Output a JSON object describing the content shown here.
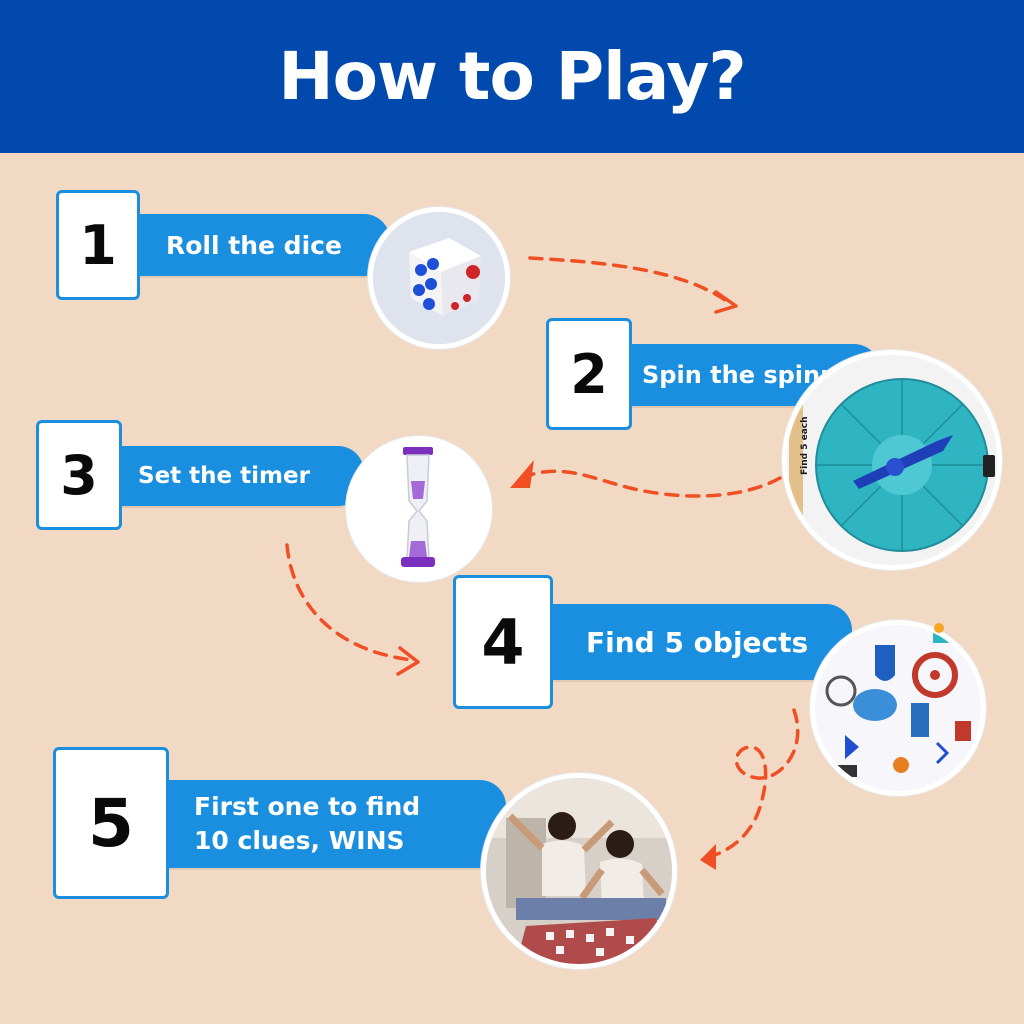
{
  "header": {
    "title": "How to Play?"
  },
  "steps": [
    {
      "number": "1",
      "label": "Roll the dice"
    },
    {
      "number": "2",
      "label": "Spin the spinner"
    },
    {
      "number": "3",
      "label": "Set the timer"
    },
    {
      "number": "4",
      "label": "Find 5 objects"
    },
    {
      "number": "5",
      "label_line1": "First one to find",
      "label_line2": "10 clues, WINS"
    }
  ],
  "spinner": {
    "side_label": "Find 5 each"
  },
  "colors": {
    "header_bg": "#0249ad",
    "ribbon": "#1a8fe0",
    "background": "#f2d9c4",
    "arrow": "#f04e23"
  }
}
